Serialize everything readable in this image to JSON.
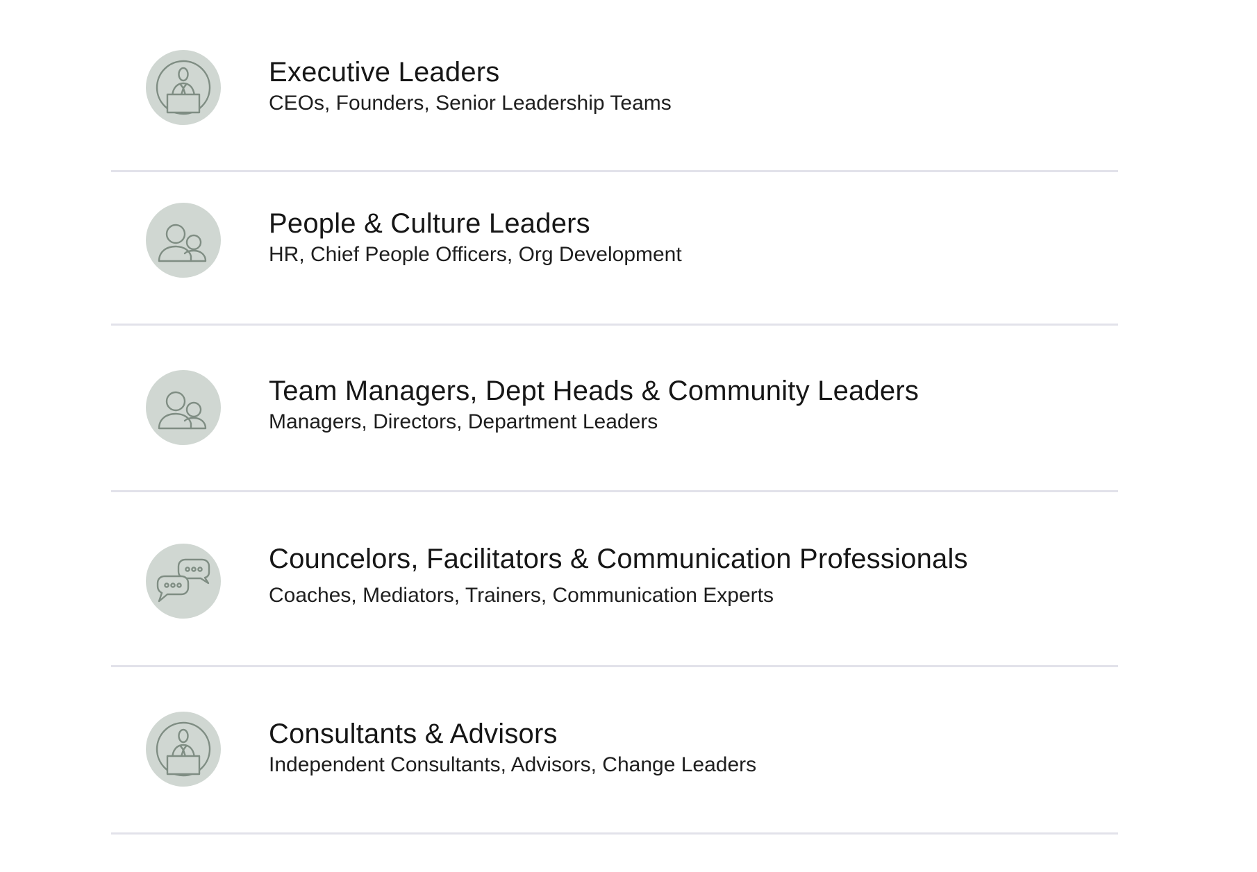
{
  "colors": {
    "icon_background": "#d0d7d2",
    "icon_stroke": "#7f8d83",
    "divider": "#e2e2ea",
    "text": "#161616"
  },
  "audiences": [
    {
      "icon": "executive-presenter-icon",
      "title": "Executive Leaders",
      "subtitle": "CEOs, Founders, Senior Leadership Teams"
    },
    {
      "icon": "people-group-icon",
      "title": "People & Culture Leaders",
      "subtitle": "HR, Chief People Officers, Org Development"
    },
    {
      "icon": "people-group-icon",
      "title": "Team Managers, Dept Heads & Community Leaders",
      "subtitle": "Managers, Directors, Department Leaders"
    },
    {
      "icon": "chat-bubbles-icon",
      "title": "Councelors, Facilitators & Communication Professionals",
      "subtitle": "Coaches, Mediators, Trainers, Communication Experts"
    },
    {
      "icon": "executive-presenter-icon",
      "title": "Consultants & Advisors",
      "subtitle": "Independent Consultants, Advisors, Change Leaders"
    }
  ]
}
